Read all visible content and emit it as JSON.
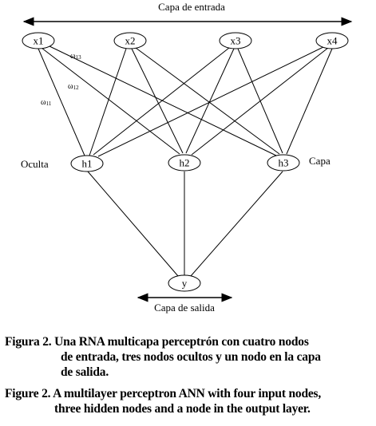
{
  "diagram": {
    "input_layer_label": "Capa de entrada",
    "hidden_layer_label_left": "Oculta",
    "hidden_layer_label_right": "Capa",
    "output_layer_label": "Capa de salida",
    "input_nodes": [
      "x1",
      "x2",
      "x3",
      "x4"
    ],
    "hidden_nodes": [
      "h1",
      "h2",
      "h3"
    ],
    "output_node": "y",
    "weights": [
      "ω13",
      "ω12",
      "ω11"
    ],
    "weight_symbol": "ω",
    "weight_subscripts": [
      "13",
      "12",
      "11"
    ]
  },
  "caption": {
    "es_lines": [
      "Figura 2. Una RNA multicapa perceptrón con cuatro nodos",
      "de entrada, tres nodos ocultos y un nodo en la capa",
      "de salida."
    ],
    "en_lines": [
      "Figure 2. A multilayer perceptron ANN with four input nodes,",
      "three hidden nodes and a node in the output layer."
    ]
  }
}
